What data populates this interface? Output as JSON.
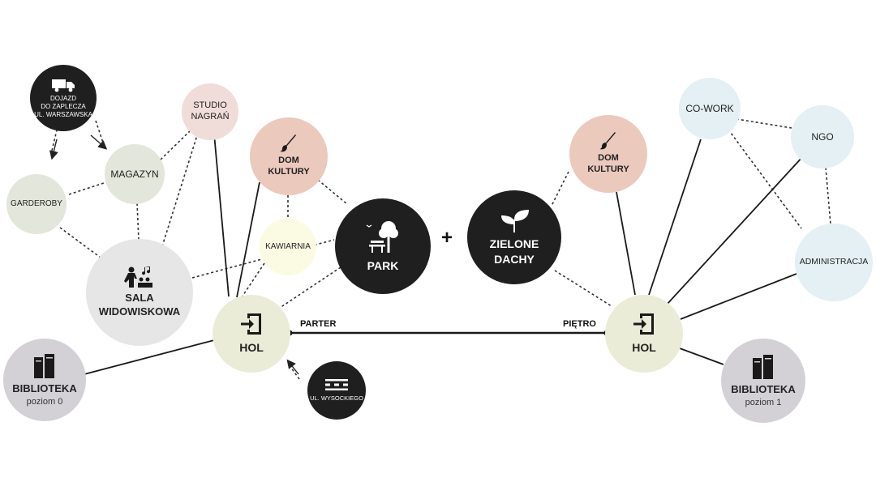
{
  "colors": {
    "dark": "#1f1f1f",
    "gray": "#e6e6e6",
    "sage": "#e3e6da",
    "cream": "#ebecd8",
    "pink": "#ecc9bd",
    "lightpink": "#f0dcd8",
    "yellow": "#fbfbe3",
    "blue": "#e4f0f3",
    "lavender": "#d3d1d6"
  },
  "nodes": {
    "dojazd": {
      "lines": [
        "DOJAZD",
        "DO ZAPLECZA",
        "UL. WARSZAWSKA"
      ],
      "icon": "truck-icon"
    },
    "studio": {
      "lines": [
        "STUDIO",
        "NAGRAŃ"
      ]
    },
    "magazyn": {
      "lines": [
        "MAGAZYN"
      ]
    },
    "garderoby": {
      "lines": [
        "GARDEROBY"
      ]
    },
    "sala": {
      "lines": [
        "SALA",
        "WIDOWISKOWA"
      ],
      "icon": "audience-icon"
    },
    "dom_left": {
      "lines": [
        "DOM",
        "KULTURY"
      ],
      "icon": "brush-icon"
    },
    "kawiarnia": {
      "lines": [
        "KAWIARNIA"
      ]
    },
    "park": {
      "lines": [
        "PARK"
      ],
      "icon": "tree-bench-icon"
    },
    "zielone": {
      "lines": [
        "ZIELONE",
        "DACHY"
      ],
      "icon": "sprout-icon"
    },
    "dom_right": {
      "lines": [
        "DOM",
        "KULTURY"
      ],
      "icon": "brush-icon"
    },
    "hol_left": {
      "lines": [
        "HOL"
      ],
      "icon": "entrance-icon"
    },
    "hol_right": {
      "lines": [
        "HOL"
      ],
      "icon": "entrance-icon"
    },
    "wysockiego": {
      "lines": [
        "UL. WYSOCKIEGO"
      ],
      "icon": "road-icon"
    },
    "bib_left": {
      "lines": [
        "BIBLIOTEKA"
      ],
      "sub": "poziom 0",
      "icon": "books-icon"
    },
    "bib_right": {
      "lines": [
        "BIBLIOTEKA"
      ],
      "sub": "poziom 1",
      "icon": "books-icon"
    },
    "cowork": {
      "lines": [
        "CO-WORK"
      ]
    },
    "ngo": {
      "lines": [
        "NGO"
      ]
    },
    "admin": {
      "lines": [
        "ADMINISTRACJA"
      ]
    }
  },
  "plus": "+",
  "edges": {
    "parter": "PARTER",
    "pietro": "PIĘTRO"
  }
}
